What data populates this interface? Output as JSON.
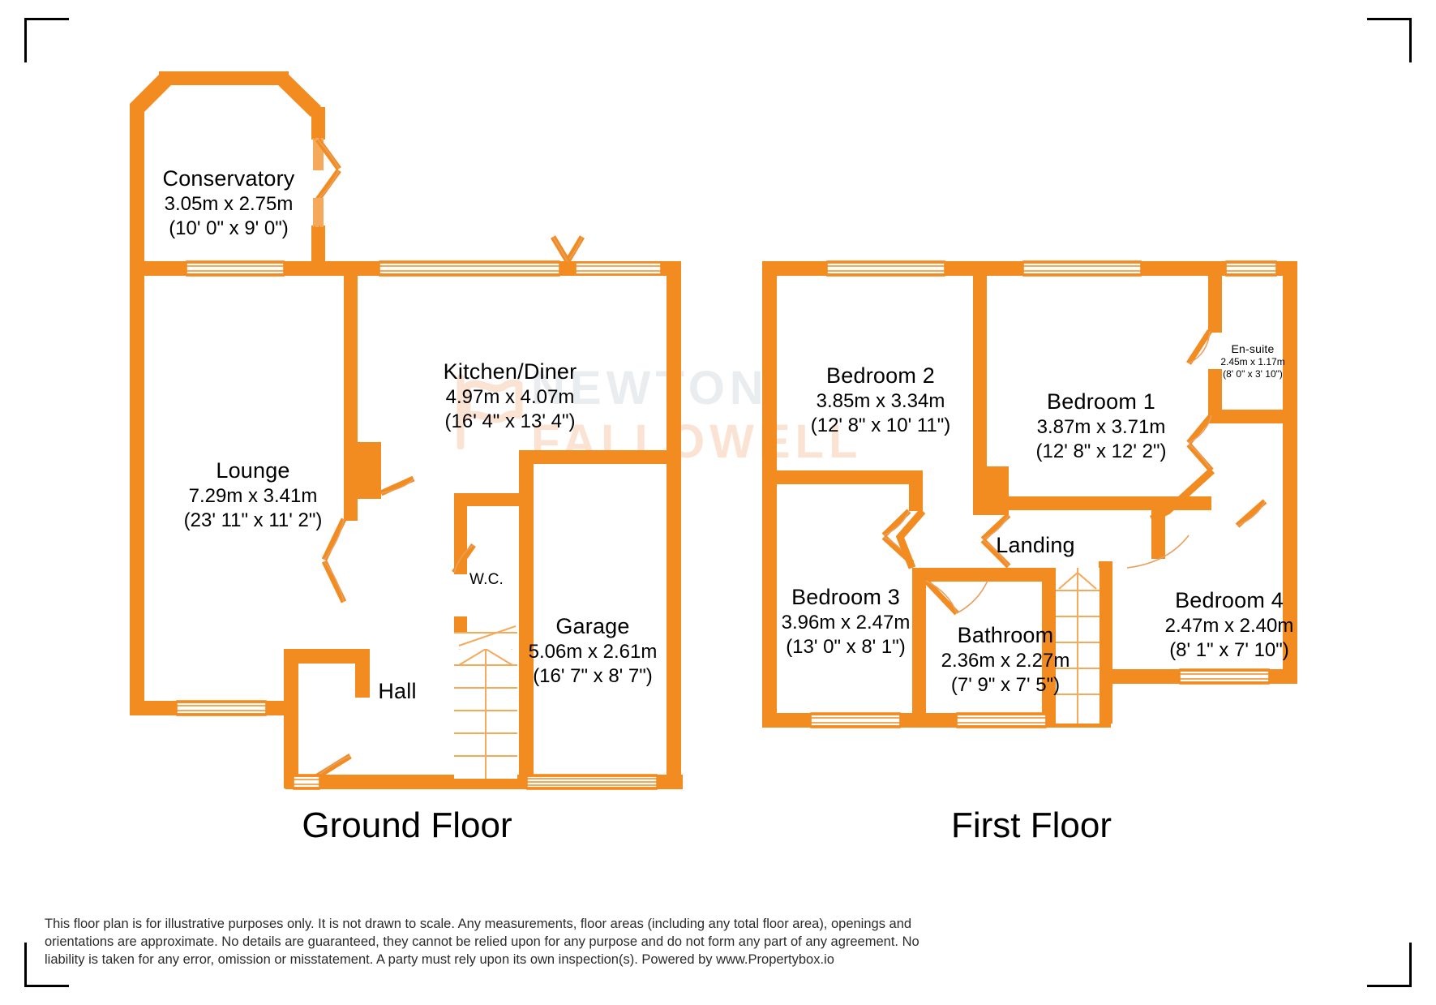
{
  "document": {
    "type": "property-floor-plan",
    "wall_color": "#F28B20",
    "text_color": "#000000",
    "background": "#FFFFFF"
  },
  "watermark": {
    "line1": "NEWTON",
    "line2": "FALLOWELL",
    "line1_color": "#E9EDF0",
    "line2_color": "#FBE3D4",
    "mark": "flag-logo-icon"
  },
  "floors": [
    {
      "id": "ground",
      "title": "Ground Floor",
      "rooms": [
        {
          "name": "Conservatory",
          "metric": "3.05m x 2.75m",
          "imperial": "(10' 0\" x 9' 0\")"
        },
        {
          "name": "Kitchen/Diner",
          "metric": "4.97m x 4.07m",
          "imperial": "(16' 4\" x 13' 4\")"
        },
        {
          "name": "Lounge",
          "metric": "7.29m x 3.41m",
          "imperial": "(23' 11\" x 11' 2\")"
        },
        {
          "name": "W.C.",
          "metric": "",
          "imperial": ""
        },
        {
          "name": "Garage",
          "metric": "5.06m x 2.61m",
          "imperial": "(16' 7\" x 8' 7\")"
        },
        {
          "name": "Hall",
          "metric": "",
          "imperial": ""
        }
      ]
    },
    {
      "id": "first",
      "title": "First Floor",
      "rooms": [
        {
          "name": "Bedroom 2",
          "metric": "3.85m x 3.34m",
          "imperial": "(12' 8\" x 10' 11\")"
        },
        {
          "name": "Bedroom 1",
          "metric": "3.87m x 3.71m",
          "imperial": "(12' 8\" x 12' 2\")"
        },
        {
          "name": "En-suite",
          "metric": "2.45m x 1.17m",
          "imperial": "(8' 0\" x 3' 10\")"
        },
        {
          "name": "Landing",
          "metric": "",
          "imperial": ""
        },
        {
          "name": "Bedroom 3",
          "metric": "3.96m x 2.47m",
          "imperial": "(13' 0\" x 8' 1\")"
        },
        {
          "name": "Bathroom",
          "metric": "2.36m x 2.27m",
          "imperial": "(7' 9\" x 7' 5\")"
        },
        {
          "name": "Bedroom 4",
          "metric": "2.47m x 2.40m",
          "imperial": "(8' 1\" x 7' 10\")"
        }
      ]
    }
  ],
  "disclaimer": "This floor plan is for illustrative purposes only. It is not drawn to scale. Any measurements, floor areas (including any total floor area), openings and orientations are approximate. No details are guaranteed, they cannot be relied upon for any purpose and do not form any part of any agreement. No liability is taken for any error, omission or misstatement. A party must rely upon its own inspection(s). Powered by www.Propertybox.io"
}
